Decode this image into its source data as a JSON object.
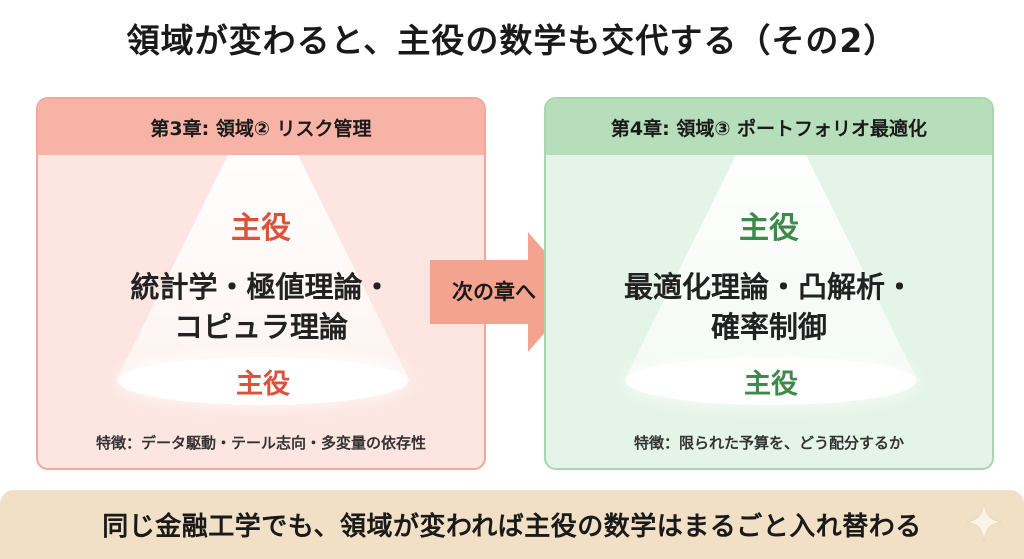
{
  "title": "領域が変わると、主役の数学も交代する（その2）",
  "left_panel": {
    "header": "第3章: 領域② リスク管理",
    "lead_top": "主役",
    "subject_line1": "統計学・極値理論・",
    "subject_line2": "コピュラ理論",
    "lead_bottom": "主役",
    "feature": "特徴：データ駆動・テール志向・多変量の依存性",
    "accent_color": "#d9533d"
  },
  "right_panel": {
    "header": "第4章: 領域③ ポートフォリオ最適化",
    "lead_top": "主役",
    "subject_line1": "最適化理論・凸解析・",
    "subject_line2": "確率制御",
    "lead_bottom": "主役",
    "feature": "特徴：限られた予算を、どう配分するか",
    "accent_color": "#3e8a4b"
  },
  "arrow": {
    "label": "次の章へ",
    "color": "#f4a38f"
  },
  "footer": "同じ金融工学でも、領域が変われば主役の数学はまるごと入れ替わる",
  "icons": {
    "sparkle": "sparkle-icon"
  }
}
